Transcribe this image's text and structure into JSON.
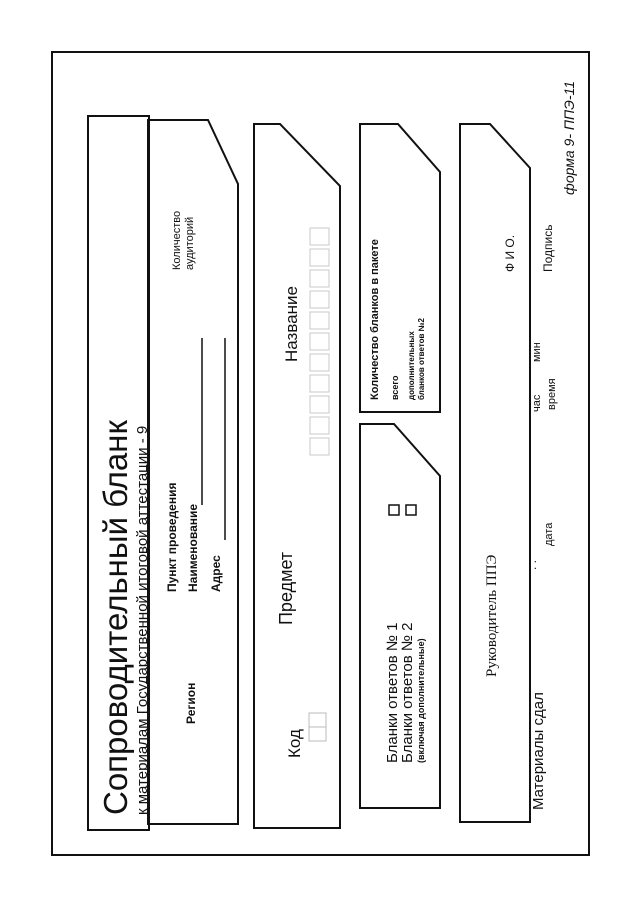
{
  "form_code": "форма 9- ППЭ-11",
  "header": {
    "title": "Сопроводительный бланк",
    "subtitle": "к материалам Государственной итоговой аттестации - 9"
  },
  "location": {
    "region_label": "Регион",
    "point_label": "Пункт проведения",
    "name_label": "Наименование",
    "address_label": "Адрес",
    "rooms_label_line1": "Количество",
    "rooms_label_line2": "аудиторий"
  },
  "subject": {
    "subject_label": "Предмет",
    "code_label": "Код",
    "name_label": "Название"
  },
  "blanks": {
    "answers1_label": "Бланки ответов № 1",
    "answers2_label": "Бланки ответов № 2",
    "answers2_note": "(включая дополнительные)"
  },
  "count": {
    "title": "Количество бланков в пакете",
    "total_label": "всего",
    "extra_line1": "дополнительных",
    "extra_line2": "бланков ответов №2"
  },
  "handover": {
    "head_label": "Руководитель ППЭ",
    "materials_label": "Материалы сдал",
    "date_dots": ". .",
    "date_label": "дата",
    "hour_label": "час",
    "min_label": "мин",
    "time_label": "время",
    "fio_label": "Ф И О.",
    "signature_label": "Подпись"
  }
}
